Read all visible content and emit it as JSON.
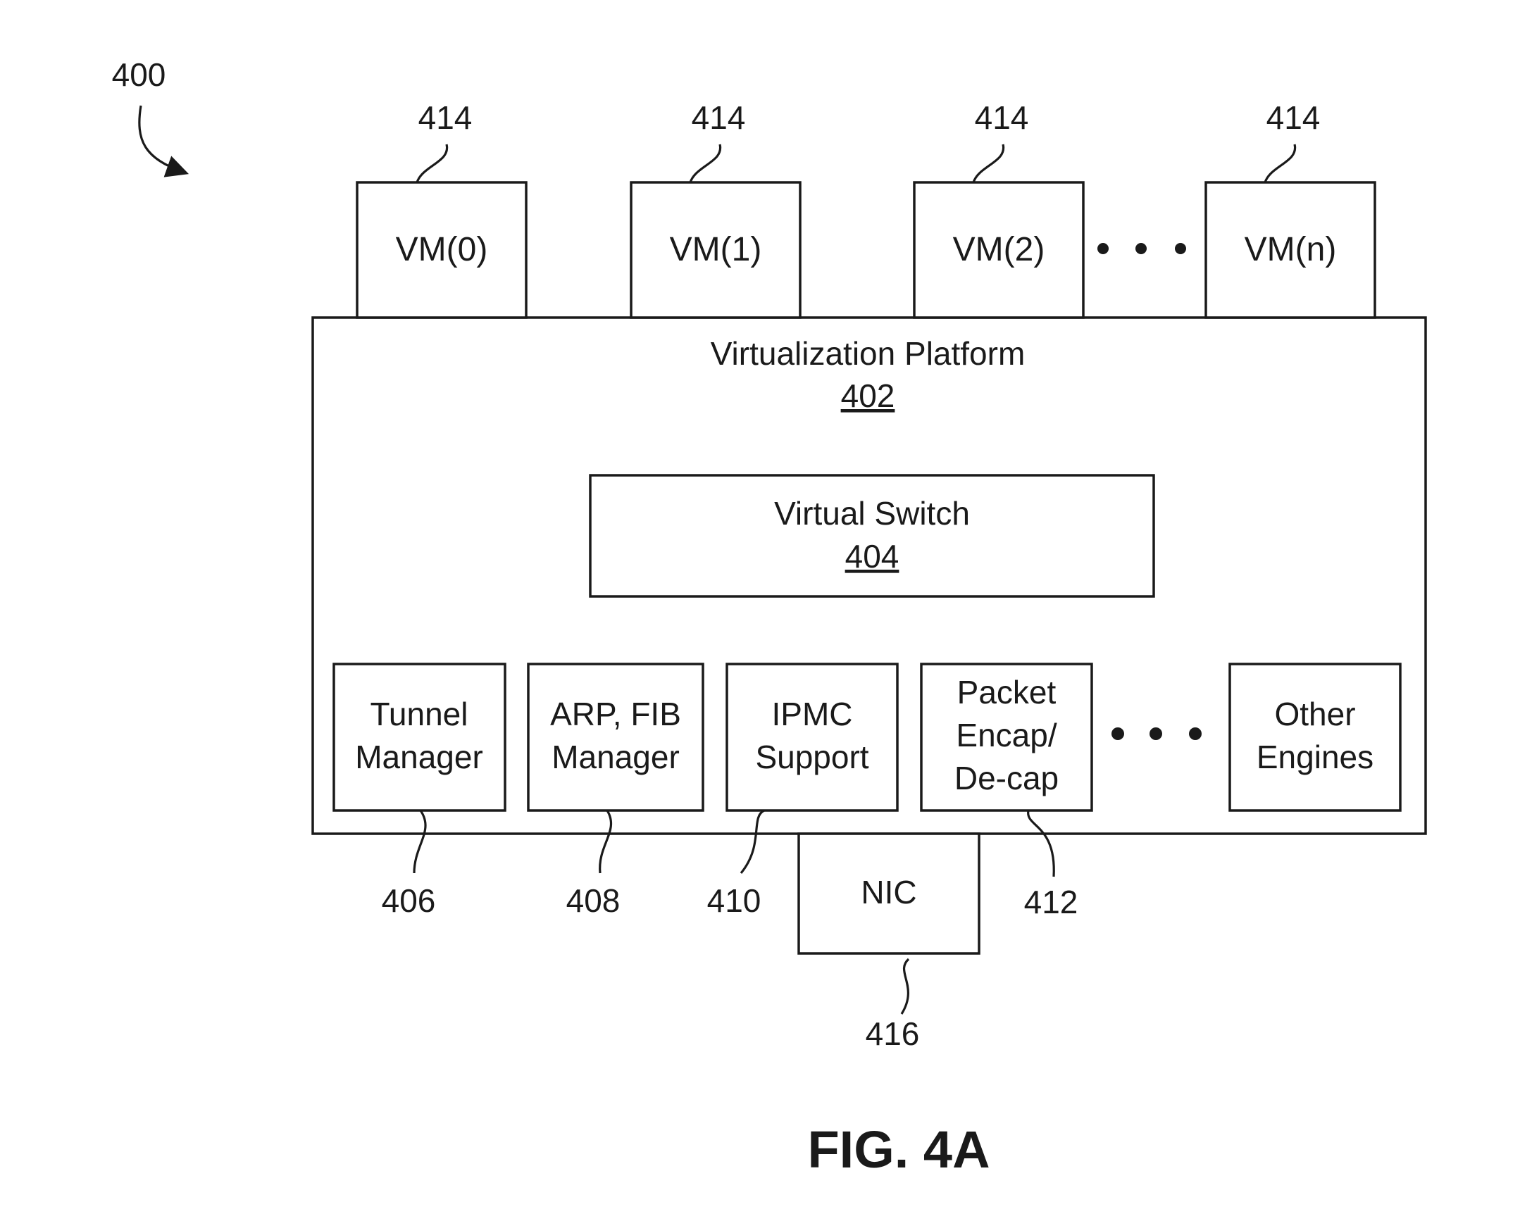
{
  "figure": {
    "title": "FIG. 4A",
    "ref_overall": "400"
  },
  "vms": [
    {
      "label": "VM(0)",
      "ref": "414"
    },
    {
      "label": "VM(1)",
      "ref": "414"
    },
    {
      "label": "VM(2)",
      "ref": "414"
    },
    {
      "label": "VM(n)",
      "ref": "414"
    }
  ],
  "platform": {
    "label": "Virtualization Platform",
    "ref": "402"
  },
  "virtual_switch": {
    "label": "Virtual Switch",
    "ref": "404"
  },
  "engines": [
    {
      "lines": [
        "Tunnel",
        "Manager"
      ],
      "ref": "406"
    },
    {
      "lines": [
        "ARP, FIB",
        "Manager"
      ],
      "ref": "408"
    },
    {
      "lines": [
        "IPMC",
        "Support"
      ],
      "ref": "410"
    },
    {
      "lines": [
        "Packet",
        "Encap/",
        "De-cap"
      ],
      "ref": "412"
    },
    {
      "lines": [
        "Other",
        "Engines"
      ],
      "ref": ""
    }
  ],
  "nic": {
    "label": "NIC",
    "ref": "416"
  },
  "icons": {
    "ellipsis": "ellipsis-icon",
    "arrow": "curved-arrow-icon"
  },
  "colors": {
    "ink": "#1a1a1a",
    "background": "#ffffff"
  }
}
